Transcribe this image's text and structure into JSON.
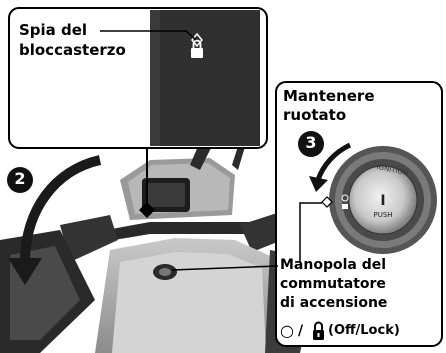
{
  "indicator_callout": {
    "line1": "Spia del",
    "line2": "bloccasterzo"
  },
  "hold_callout": {
    "line1": "Mantenere",
    "line2": "ruotato",
    "step_number": "3"
  },
  "turn_step": {
    "step_number": "2"
  },
  "knob": {
    "top_text": "IGNITION",
    "center_label": "I",
    "center_subtext": "PUSH"
  },
  "knob_callout": {
    "line1": "Manopola del",
    "line2": "commutatore",
    "line3": "di accensione",
    "line4": "(Off/Lock)",
    "off_symbol": "○",
    "separator": "/",
    "lock_icon": "padlock-icon"
  },
  "colors": {
    "step_badge": "#111111",
    "label_text": "#000000",
    "callout_border": "#000000"
  }
}
